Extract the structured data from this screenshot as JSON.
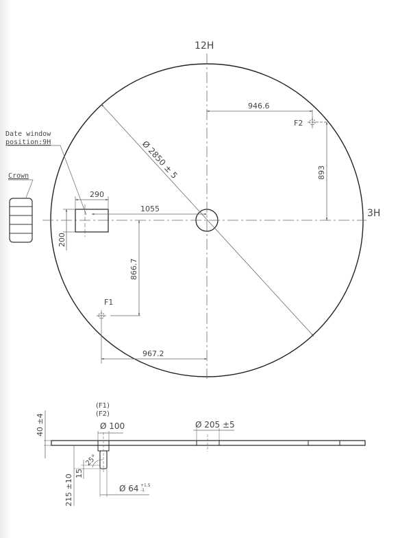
{
  "drawing": {
    "top_view": {
      "dial_diameter": "Ø 2850 ± 5",
      "position_12": "12H",
      "position_3": "3H",
      "date_window_label_line1": "Date window",
      "date_window_label_line2": "position:9H",
      "crown_label": "Crown",
      "date_window_width": "290",
      "date_window_height": "200",
      "date_window_offset": "1055",
      "foot1_label": "F1",
      "foot2_label": "F2",
      "foot2_x": "946.6",
      "foot2_y": "893",
      "foot1_x": "967.2",
      "foot1_y": "866.7"
    },
    "side_view": {
      "thickness": "40 ±4",
      "feet_label_1": "(F1)",
      "feet_label_2": "(F2)",
      "foot_base_diameter": "Ø 100",
      "center_hole_diameter": "Ø 205 ±5",
      "foot_angle": "25°",
      "foot_chamfer": "15",
      "foot_length": "215 ±10",
      "foot_diameter": "Ø 64",
      "foot_diameter_tol_upper": "+1.5",
      "foot_diameter_tol_lower": "-1"
    }
  },
  "colors": {
    "outline": "#222222",
    "dimension": "#555555",
    "text": "#444444"
  }
}
